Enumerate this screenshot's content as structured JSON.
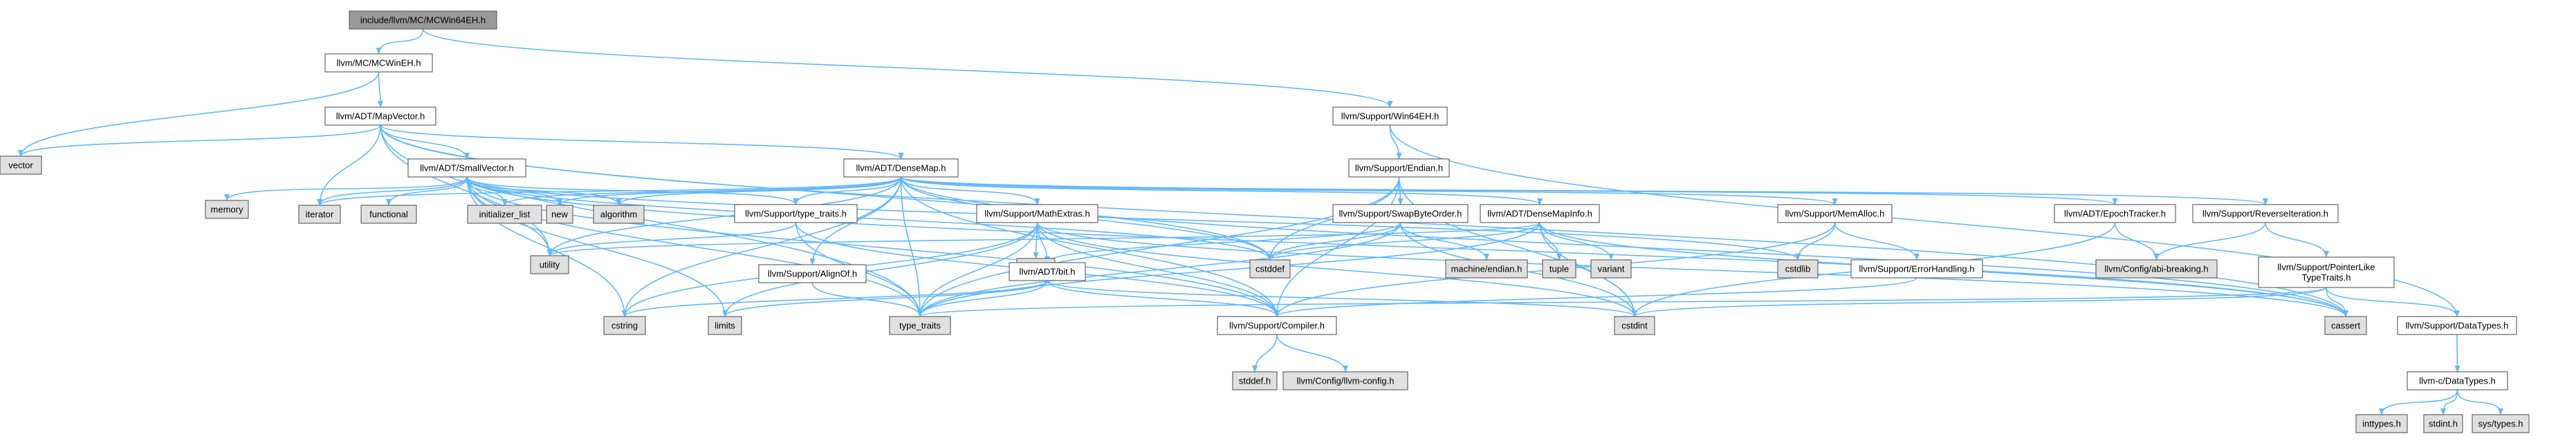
{
  "colors": {
    "root_fill": "#999999",
    "node_fill": "#ffffff",
    "system_fill": "#e0e0e0",
    "border": "#666666",
    "edge": "#63b8ff"
  },
  "graph": {
    "nodes": [
      {
        "id": "root",
        "label": "include/llvm/MC/MCWin64EH.h",
        "kind": "root"
      },
      {
        "id": "mcwineh",
        "label": "llvm/MC/MCWinEH.h",
        "kind": "node"
      },
      {
        "id": "mapvector",
        "label": "llvm/ADT/MapVector.h",
        "kind": "node"
      },
      {
        "id": "win64eh",
        "label": "llvm/Support/Win64EH.h",
        "kind": "node"
      },
      {
        "id": "vector",
        "label": "vector",
        "kind": "system"
      },
      {
        "id": "smallvector",
        "label": "llvm/ADT/SmallVector.h",
        "kind": "node"
      },
      {
        "id": "densemap",
        "label": "llvm/ADT/DenseMap.h",
        "kind": "node"
      },
      {
        "id": "endian",
        "label": "llvm/Support/Endian.h",
        "kind": "node"
      },
      {
        "id": "memory",
        "label": "memory",
        "kind": "system"
      },
      {
        "id": "iterator",
        "label": "iterator",
        "kind": "system"
      },
      {
        "id": "functional",
        "label": "functional",
        "kind": "system"
      },
      {
        "id": "initializer_list",
        "label": "initializer_list",
        "kind": "system"
      },
      {
        "id": "new",
        "label": "new",
        "kind": "system"
      },
      {
        "id": "algorithm",
        "label": "algorithm",
        "kind": "system"
      },
      {
        "id": "typetraits_llvm",
        "label": "llvm/Support/type_traits.h",
        "kind": "node"
      },
      {
        "id": "mathextras",
        "label": "llvm/Support/MathExtras.h",
        "kind": "node"
      },
      {
        "id": "swapbyteorder",
        "label": "llvm/Support/SwapByteOrder.h",
        "kind": "node"
      },
      {
        "id": "densemapinfo",
        "label": "llvm/ADT/DenseMapInfo.h",
        "kind": "node"
      },
      {
        "id": "memalloc",
        "label": "llvm/Support/MemAlloc.h",
        "kind": "node"
      },
      {
        "id": "epochtracker",
        "label": "llvm/ADT/EpochTracker.h",
        "kind": "node"
      },
      {
        "id": "reverseiteration",
        "label": "llvm/Support/ReverseIteration.h",
        "kind": "node"
      },
      {
        "id": "utility",
        "label": "utility",
        "kind": "system"
      },
      {
        "id": "climits",
        "label": "climits",
        "kind": "system"
      },
      {
        "id": "bit",
        "label": "llvm/ADT/bit.h",
        "kind": "node"
      },
      {
        "id": "alignof",
        "label": "llvm/Support/AlignOf.h",
        "kind": "node"
      },
      {
        "id": "cstddef",
        "label": "cstddef",
        "kind": "system"
      },
      {
        "id": "machine_endian",
        "label": "machine/endian.h",
        "kind": "system"
      },
      {
        "id": "tuple",
        "label": "tuple",
        "kind": "system"
      },
      {
        "id": "variant",
        "label": "variant",
        "kind": "system"
      },
      {
        "id": "cstdlib",
        "label": "cstdlib",
        "kind": "system"
      },
      {
        "id": "errorhandling",
        "label": "llvm/Support/ErrorHandling.h",
        "kind": "node"
      },
      {
        "id": "abibreaking",
        "label": "llvm/Config/abi-breaking.h",
        "kind": "system"
      },
      {
        "id": "pointerlike",
        "label": "llvm/Support/PointerLike\nTypeTraits.h",
        "kind": "node"
      },
      {
        "id": "cstring",
        "label": "cstring",
        "kind": "system"
      },
      {
        "id": "limits",
        "label": "limits",
        "kind": "system"
      },
      {
        "id": "type_traits",
        "label": "type_traits",
        "kind": "system"
      },
      {
        "id": "compiler",
        "label": "llvm/Support/Compiler.h",
        "kind": "node"
      },
      {
        "id": "cstdint",
        "label": "cstdint",
        "kind": "system"
      },
      {
        "id": "cassert",
        "label": "cassert",
        "kind": "system"
      },
      {
        "id": "datatypes",
        "label": "llvm/Support/DataTypes.h",
        "kind": "node"
      },
      {
        "id": "stddef",
        "label": "stddef.h",
        "kind": "system"
      },
      {
        "id": "llvmconfig",
        "label": "llvm/Config/llvm-config.h",
        "kind": "system"
      },
      {
        "id": "llvmc_datatypes",
        "label": "llvm-c/DataTypes.h",
        "kind": "node"
      },
      {
        "id": "inttypes",
        "label": "inttypes.h",
        "kind": "system"
      },
      {
        "id": "stdint",
        "label": "stdint.h",
        "kind": "system"
      },
      {
        "id": "systypes",
        "label": "sys/types.h",
        "kind": "system"
      }
    ],
    "edges": [
      [
        "root",
        "mcwineh"
      ],
      [
        "mcwineh",
        "mapvector"
      ],
      [
        "mcwineh",
        "vector"
      ],
      [
        "root",
        "win64eh"
      ],
      [
        "mapvector",
        "vector"
      ],
      [
        "mapvector",
        "smallvector"
      ],
      [
        "mapvector",
        "densemap"
      ],
      [
        "mapvector",
        "iterator"
      ],
      [
        "mapvector",
        "utility"
      ],
      [
        "mapvector",
        "type_traits"
      ],
      [
        "mapvector",
        "cstddef"
      ],
      [
        "mapvector",
        "cassert"
      ],
      [
        "win64eh",
        "endian"
      ],
      [
        "win64eh",
        "datatypes"
      ],
      [
        "smallvector",
        "memory"
      ],
      [
        "smallvector",
        "iterator"
      ],
      [
        "smallvector",
        "functional"
      ],
      [
        "smallvector",
        "initializer_list"
      ],
      [
        "smallvector",
        "new"
      ],
      [
        "smallvector",
        "algorithm"
      ],
      [
        "smallvector",
        "typetraits_llvm"
      ],
      [
        "smallvector",
        "compiler"
      ],
      [
        "smallvector",
        "cassert"
      ],
      [
        "smallvector",
        "cstddef"
      ],
      [
        "smallvector",
        "cstdlib"
      ],
      [
        "smallvector",
        "cstring"
      ],
      [
        "smallvector",
        "limits"
      ],
      [
        "smallvector",
        "type_traits"
      ],
      [
        "smallvector",
        "utility"
      ],
      [
        "densemap",
        "densemapinfo"
      ],
      [
        "densemap",
        "epochtracker"
      ],
      [
        "densemap",
        "alignof"
      ],
      [
        "densemap",
        "compiler"
      ],
      [
        "densemap",
        "mathextras"
      ],
      [
        "densemap",
        "memalloc"
      ],
      [
        "densemap",
        "reverseiteration"
      ],
      [
        "densemap",
        "typetraits_llvm"
      ],
      [
        "densemap",
        "algorithm"
      ],
      [
        "densemap",
        "cassert"
      ],
      [
        "densemap",
        "cstddef"
      ],
      [
        "densemap",
        "cstring"
      ],
      [
        "densemap",
        "initializer_list"
      ],
      [
        "densemap",
        "iterator"
      ],
      [
        "densemap",
        "new"
      ],
      [
        "densemap",
        "type_traits"
      ],
      [
        "densemap",
        "utility"
      ],
      [
        "endian",
        "compiler"
      ],
      [
        "endian",
        "swapbyteorder"
      ],
      [
        "endian",
        "cstddef"
      ],
      [
        "endian",
        "cstdint"
      ],
      [
        "endian",
        "type_traits"
      ],
      [
        "typetraits_llvm",
        "compiler"
      ],
      [
        "typetraits_llvm",
        "type_traits"
      ],
      [
        "typetraits_llvm",
        "utility"
      ],
      [
        "mathextras",
        "bit"
      ],
      [
        "mathextras",
        "compiler"
      ],
      [
        "mathextras",
        "cassert"
      ],
      [
        "mathextras",
        "climits"
      ],
      [
        "mathextras",
        "cstdint"
      ],
      [
        "mathextras",
        "cstring"
      ],
      [
        "mathextras",
        "limits"
      ],
      [
        "mathextras",
        "type_traits"
      ],
      [
        "bit",
        "compiler"
      ],
      [
        "bit",
        "cstdint"
      ],
      [
        "bit",
        "limits"
      ],
      [
        "bit",
        "type_traits"
      ],
      [
        "bit",
        "cstring"
      ],
      [
        "alignof",
        "type_traits"
      ],
      [
        "swapbyteorder",
        "bit"
      ],
      [
        "swapbyteorder",
        "cstddef"
      ],
      [
        "swapbyteorder",
        "cstdint"
      ],
      [
        "swapbyteorder",
        "type_traits"
      ],
      [
        "swapbyteorder",
        "machine_endian"
      ],
      [
        "densemapinfo",
        "cassert"
      ],
      [
        "densemapinfo",
        "cstddef"
      ],
      [
        "densemapinfo",
        "cstdint"
      ],
      [
        "densemapinfo",
        "tuple"
      ],
      [
        "densemapinfo",
        "type_traits"
      ],
      [
        "densemapinfo",
        "utility"
      ],
      [
        "densemapinfo",
        "variant"
      ],
      [
        "memalloc",
        "compiler"
      ],
      [
        "memalloc",
        "errorhandling"
      ],
      [
        "memalloc",
        "cstdlib"
      ],
      [
        "errorhandling",
        "compiler"
      ],
      [
        "epochtracker",
        "abibreaking"
      ],
      [
        "epochtracker",
        "cstdint"
      ],
      [
        "reverseiteration",
        "abibreaking"
      ],
      [
        "reverseiteration",
        "pointerlike"
      ],
      [
        "pointerlike",
        "datatypes"
      ],
      [
        "pointerlike",
        "cassert"
      ],
      [
        "pointerlike",
        "cstdint"
      ],
      [
        "pointerlike",
        "type_traits"
      ],
      [
        "compiler",
        "llvmconfig"
      ],
      [
        "compiler",
        "stddef"
      ],
      [
        "datatypes",
        "llvmc_datatypes"
      ],
      [
        "llvmc_datatypes",
        "inttypes"
      ],
      [
        "llvmc_datatypes",
        "stdint"
      ],
      [
        "llvmc_datatypes",
        "systypes"
      ]
    ]
  }
}
